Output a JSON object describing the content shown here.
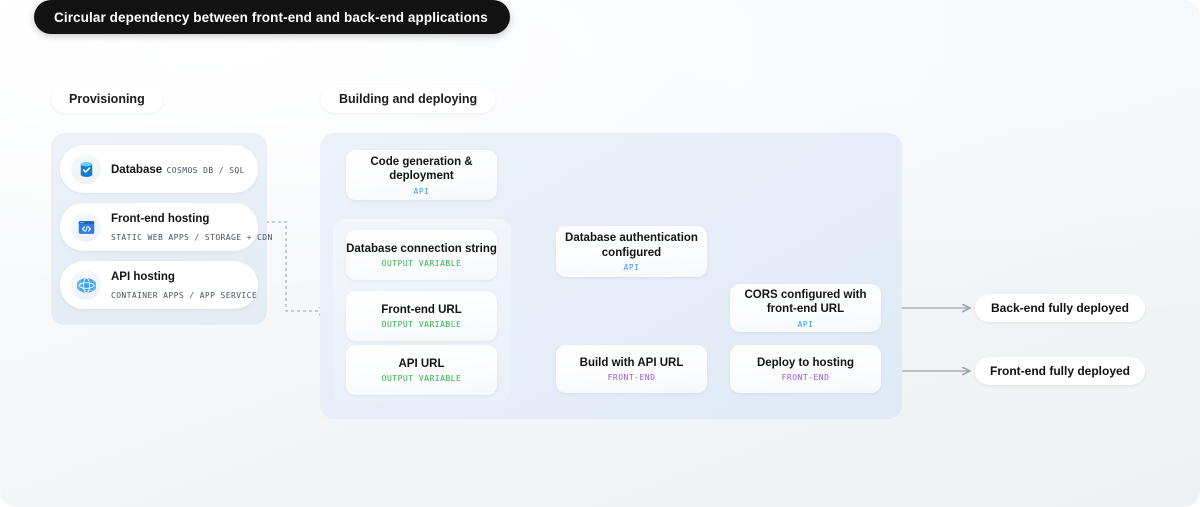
{
  "title": "Circular dependency between front-end and back-end applications",
  "sections": {
    "provisioning": {
      "label": "Provisioning"
    },
    "building": {
      "label": "Building and deploying"
    }
  },
  "provisioning_items": [
    {
      "icon": "database-icon",
      "title": "Database",
      "subtitle": "COSMOS DB / SQL"
    },
    {
      "icon": "code-window-icon",
      "title": "Front-end hosting",
      "subtitle": "STATIC WEB APPS / STORAGE + CDN"
    },
    {
      "icon": "globe-network-icon",
      "title": "API hosting",
      "subtitle": "CONTAINER APPS / APP SERVICE"
    }
  ],
  "flow_boxes": {
    "codegen": {
      "title": "Code generation & deployment",
      "tag": "API"
    },
    "dbconn": {
      "title": "Database connection string",
      "tag": "OUTPUT VARIABLE"
    },
    "feurl": {
      "title": "Front-end URL",
      "tag": "OUTPUT VARIABLE"
    },
    "apiurl": {
      "title": "API URL",
      "tag": "OUTPUT VARIABLE"
    },
    "dbauth": {
      "title": "Database authentication configured",
      "tag": "API"
    },
    "build": {
      "title": "Build with API URL",
      "tag": "FRONT-END"
    },
    "cors": {
      "title": "CORS configured with front-end URL",
      "tag": "API"
    },
    "deploy": {
      "title": "Deploy to hosting",
      "tag": "FRONT-END"
    }
  },
  "results": [
    {
      "label": "Back-end fully deployed"
    },
    {
      "label": "Front-end fully deployed"
    }
  ],
  "colors": {
    "title_pill_bg": "#121212",
    "tag_api": "#3b9bf0",
    "tag_output_variable": "#2fb14a",
    "tag_front_end": "#9b59d0",
    "connector": "#9aa4ae",
    "panel_blue": "#e6eef8"
  }
}
